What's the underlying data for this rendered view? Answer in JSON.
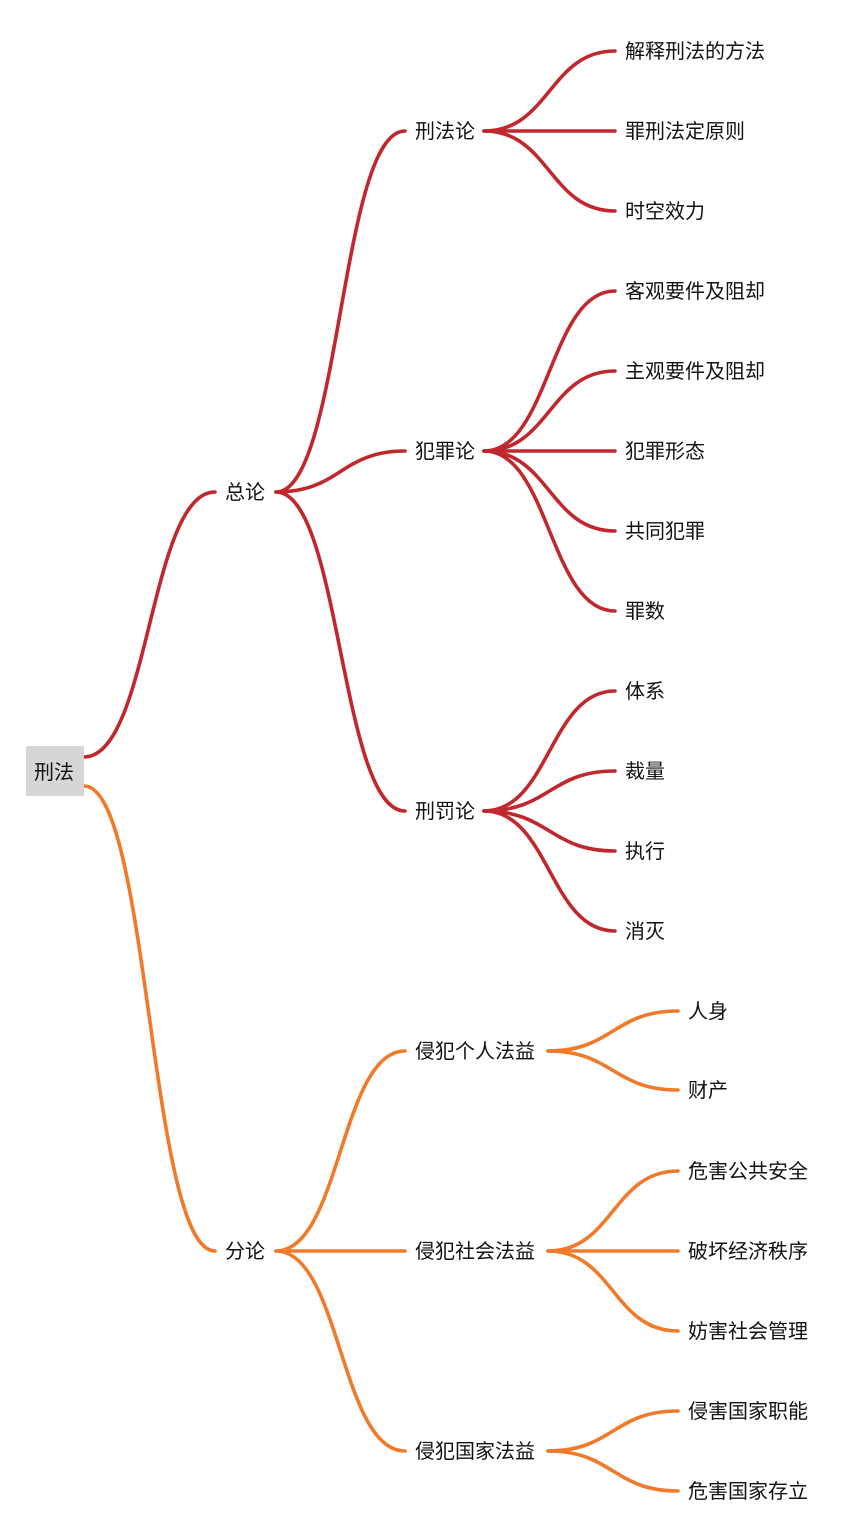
{
  "colors": {
    "branch_general": "#c0282e",
    "branch_specific": "#f07a2a",
    "root_background": "#d6d6d6",
    "text": "#111111"
  },
  "mindmap": {
    "root": "刑法",
    "branches": [
      {
        "label": "总论",
        "children": [
          {
            "label": "刑法论",
            "children": [
              "解释刑法的方法",
              "罪刑法定原则",
              "时空效力"
            ]
          },
          {
            "label": "犯罪论",
            "children": [
              "客观要件及阻却",
              "主观要件及阻却",
              "犯罪形态",
              "共同犯罪",
              "罪数"
            ]
          },
          {
            "label": "刑罚论",
            "children": [
              "体系",
              "裁量",
              "执行",
              "消灭"
            ]
          }
        ]
      },
      {
        "label": "分论",
        "children": [
          {
            "label": "侵犯个人法益",
            "children": [
              "人身",
              "财产"
            ]
          },
          {
            "label": "侵犯社会法益",
            "children": [
              "危害公共安全",
              "破坏经济秩序",
              "妨害社会管理"
            ]
          },
          {
            "label": "侵犯国家法益",
            "children": [
              "侵害国家职能",
              "危害国家存立"
            ]
          }
        ]
      }
    ]
  }
}
